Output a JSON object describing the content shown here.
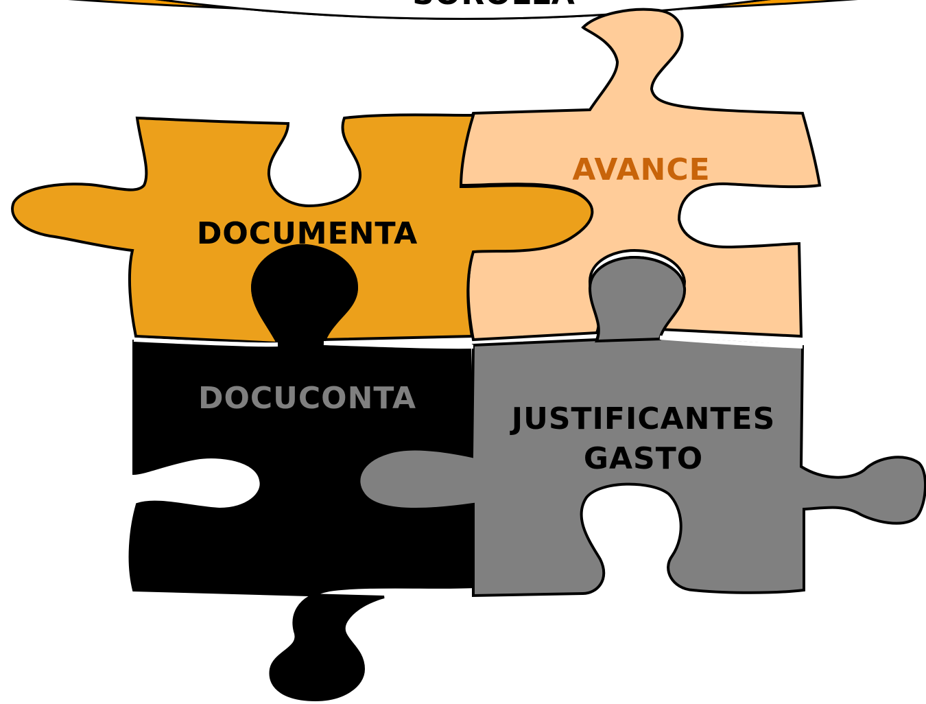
{
  "banner": {
    "title": "SOROLLA",
    "color": "#f59a00"
  },
  "pieces": {
    "documenta": {
      "label": "DOCUMENTA",
      "fill": "#eca01b",
      "text_color": "#000000"
    },
    "avance": {
      "label": "AVANCE",
      "fill": "#ffcc99",
      "text_color": "#c8640a"
    },
    "docuconta": {
      "label": "DOCUCONTA",
      "fill": "#000000",
      "text_color": "#808080"
    },
    "justificantes": {
      "label_line1": "JUSTIFICANTES",
      "label_line2": "GASTO",
      "fill": "#808080",
      "text_color": "#000000"
    }
  }
}
